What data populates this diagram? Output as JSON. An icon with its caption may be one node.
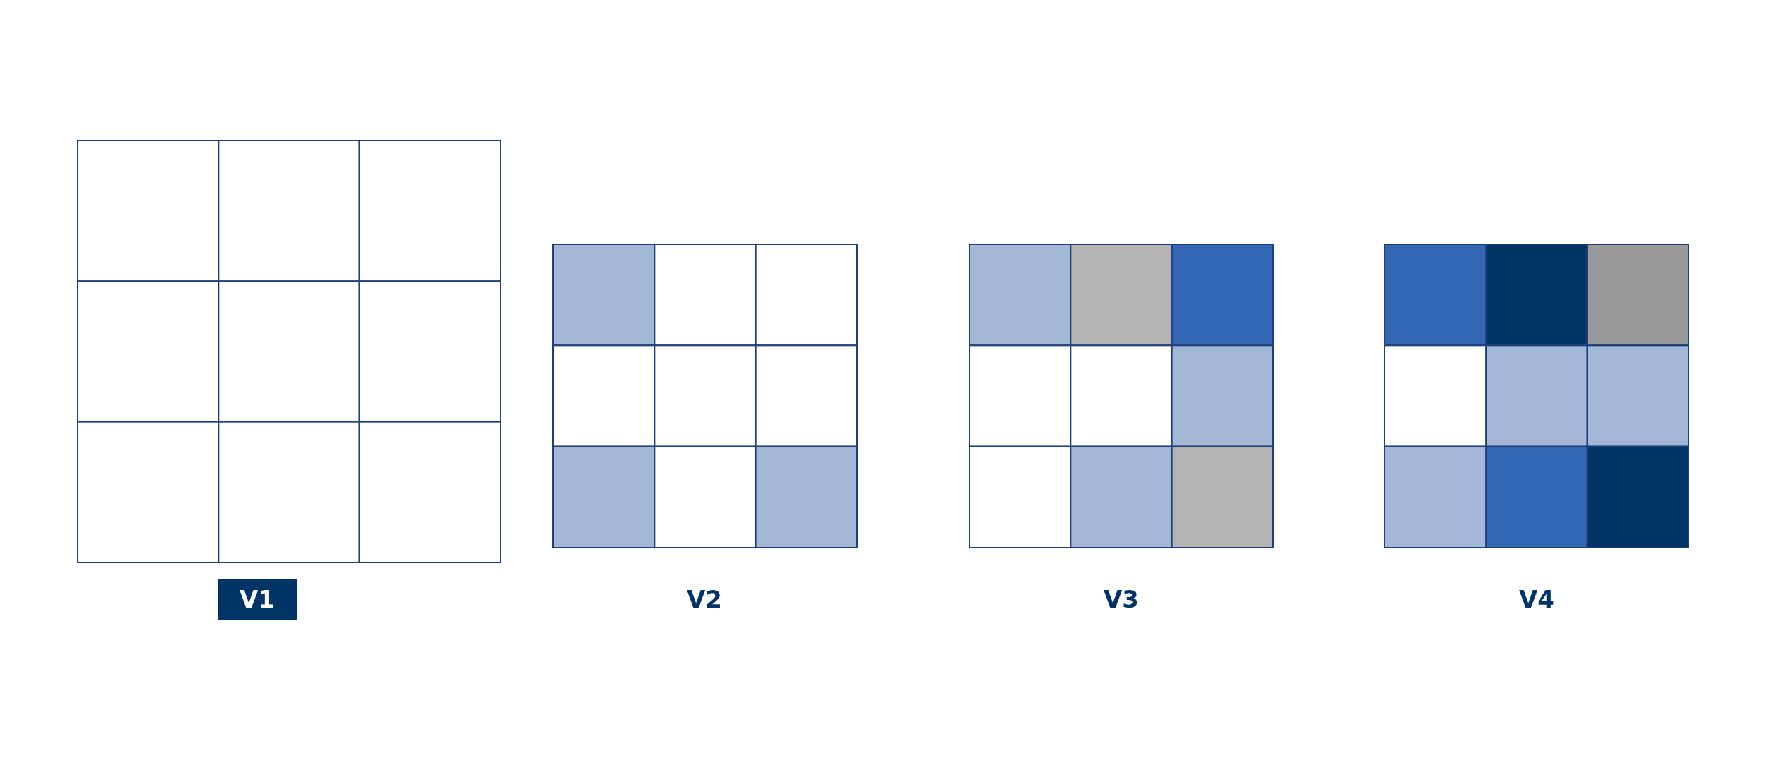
{
  "diagram": {
    "nodes": [
      {
        "text": [
          "V1"
        ]
      }
    ],
    "labels": [
      "V2",
      "V3",
      "V4"
    ]
  }
}
